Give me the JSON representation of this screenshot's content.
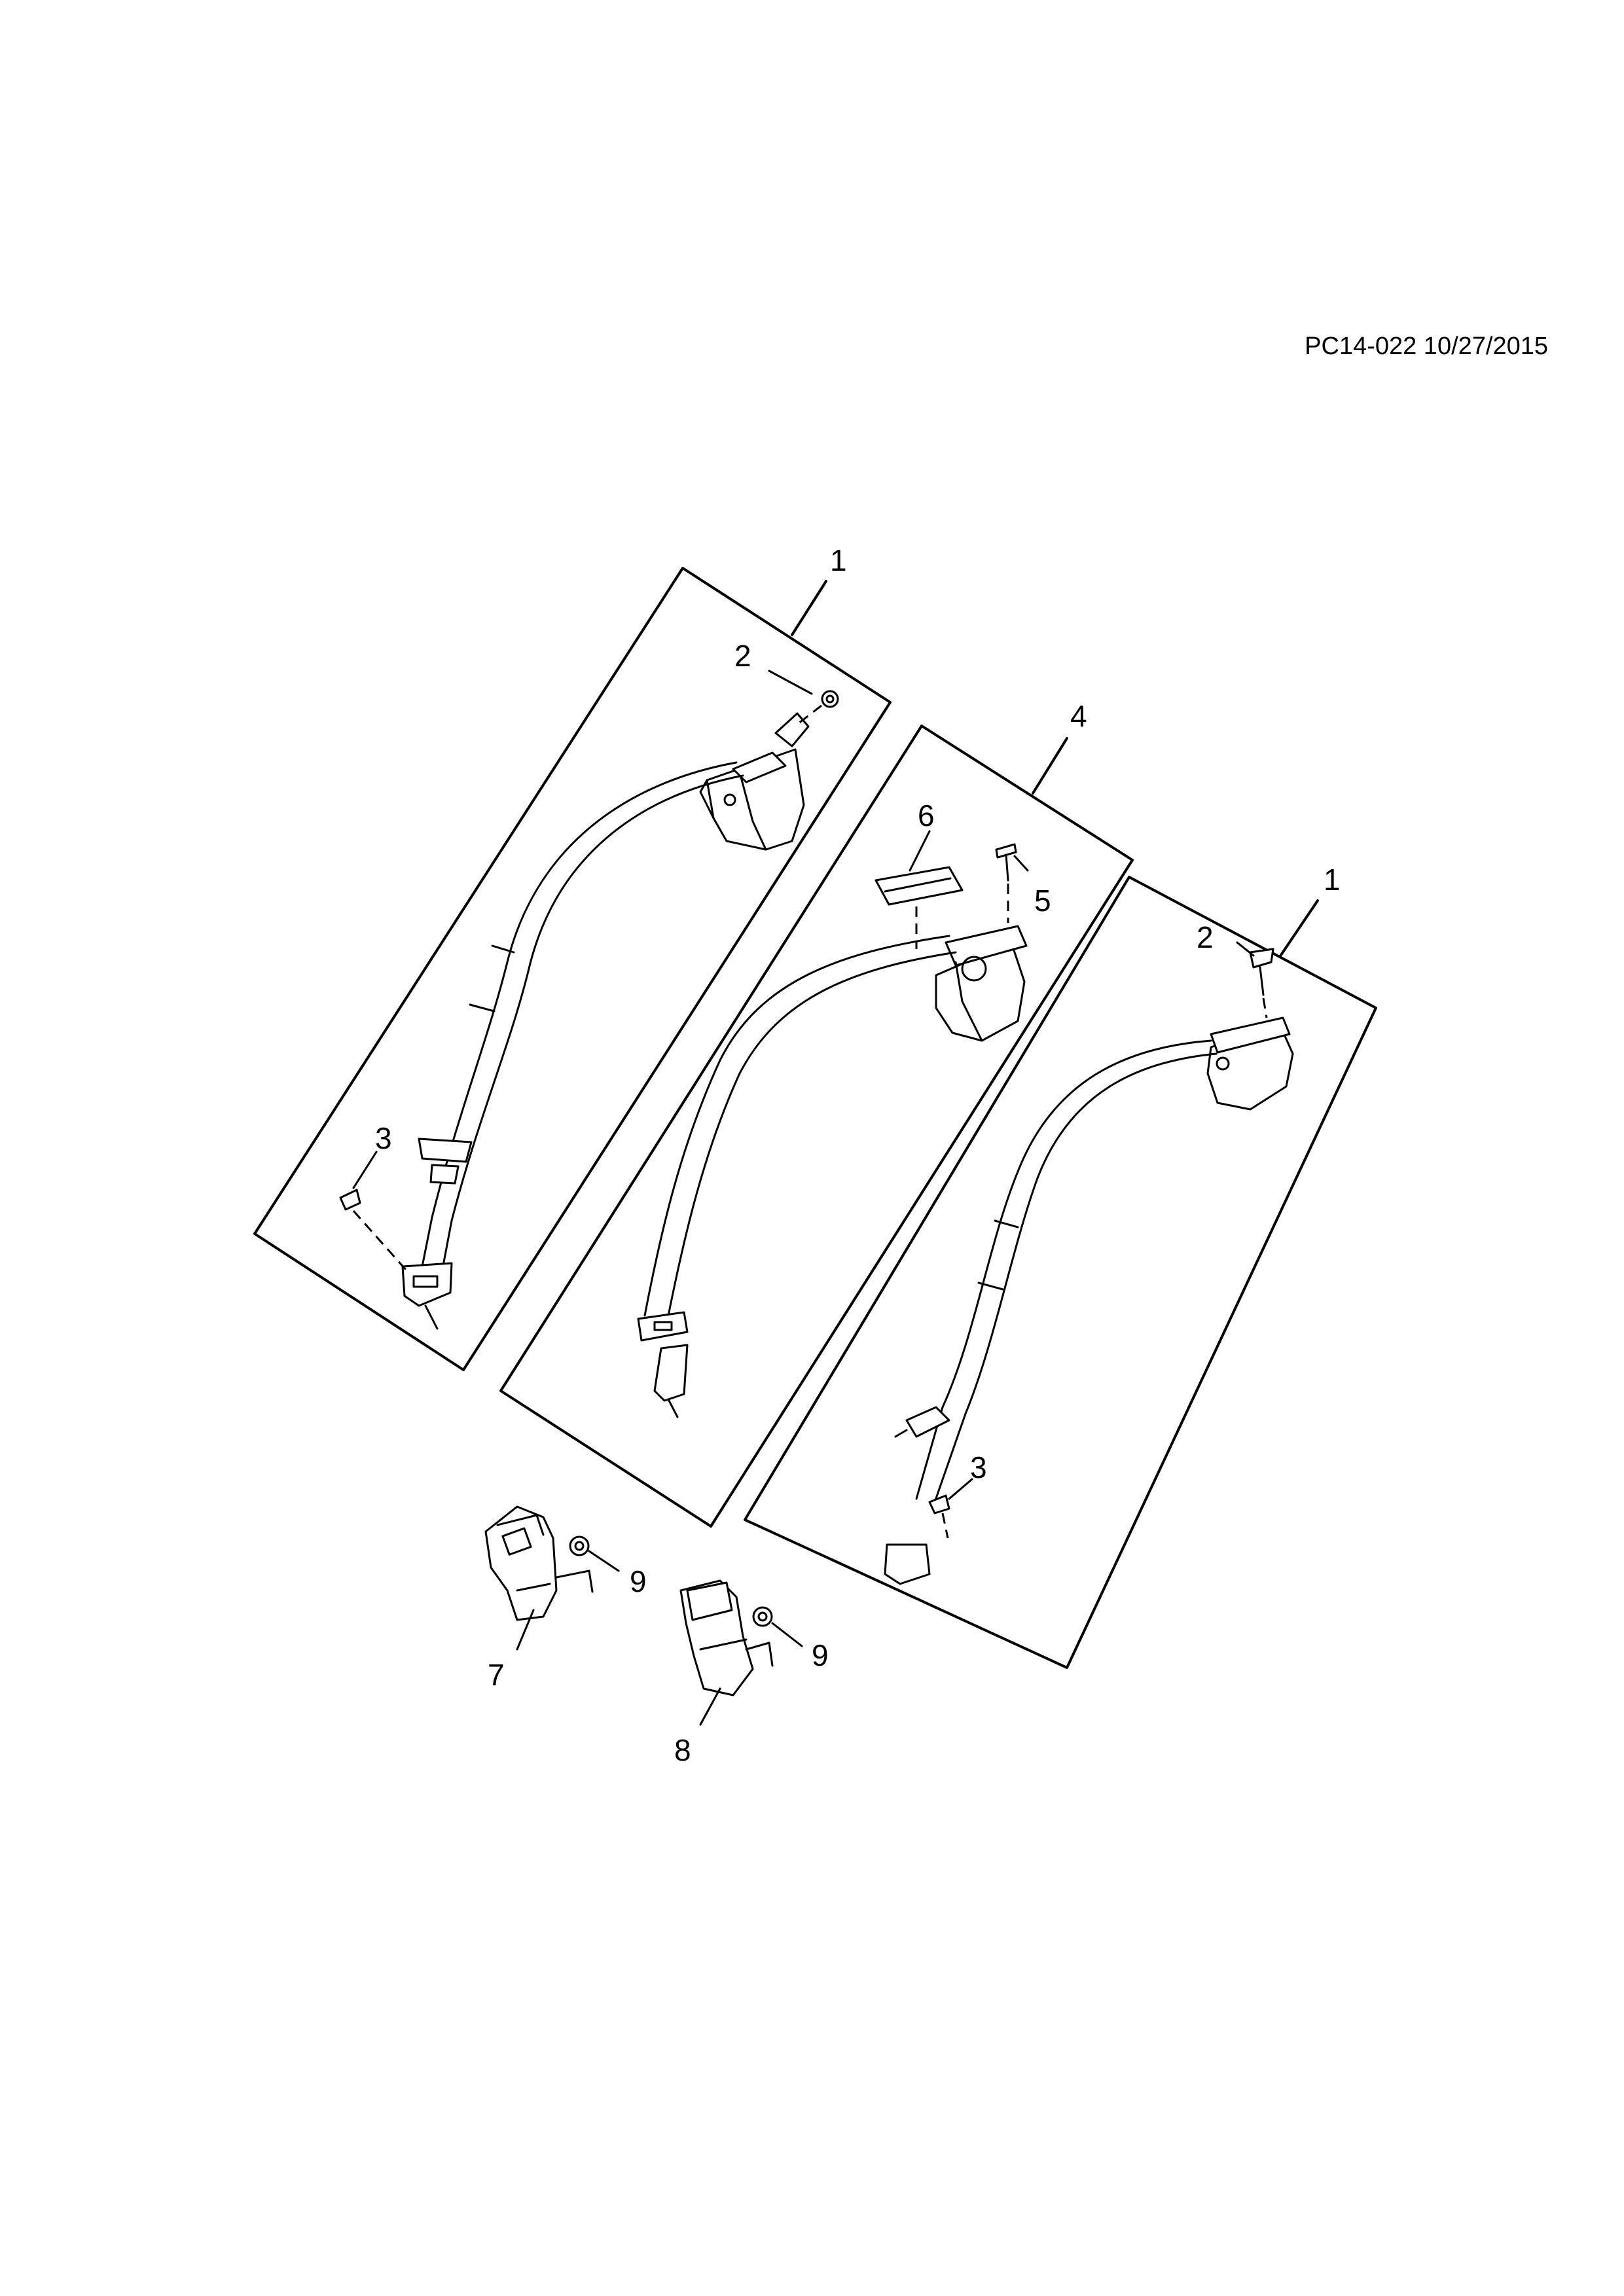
{
  "figure": {
    "reference_code": "PC14-022 10/27/2015"
  },
  "callouts": {
    "c1_left": "1",
    "c2_left": "2",
    "c3_left": "3",
    "c4_center": "4",
    "c5_center": "5",
    "c6_center": "6",
    "c1_right": "1",
    "c2_right": "2",
    "c3_right": "3",
    "c7": "7",
    "c8": "8",
    "c9_a": "9",
    "c9_b": "9"
  }
}
